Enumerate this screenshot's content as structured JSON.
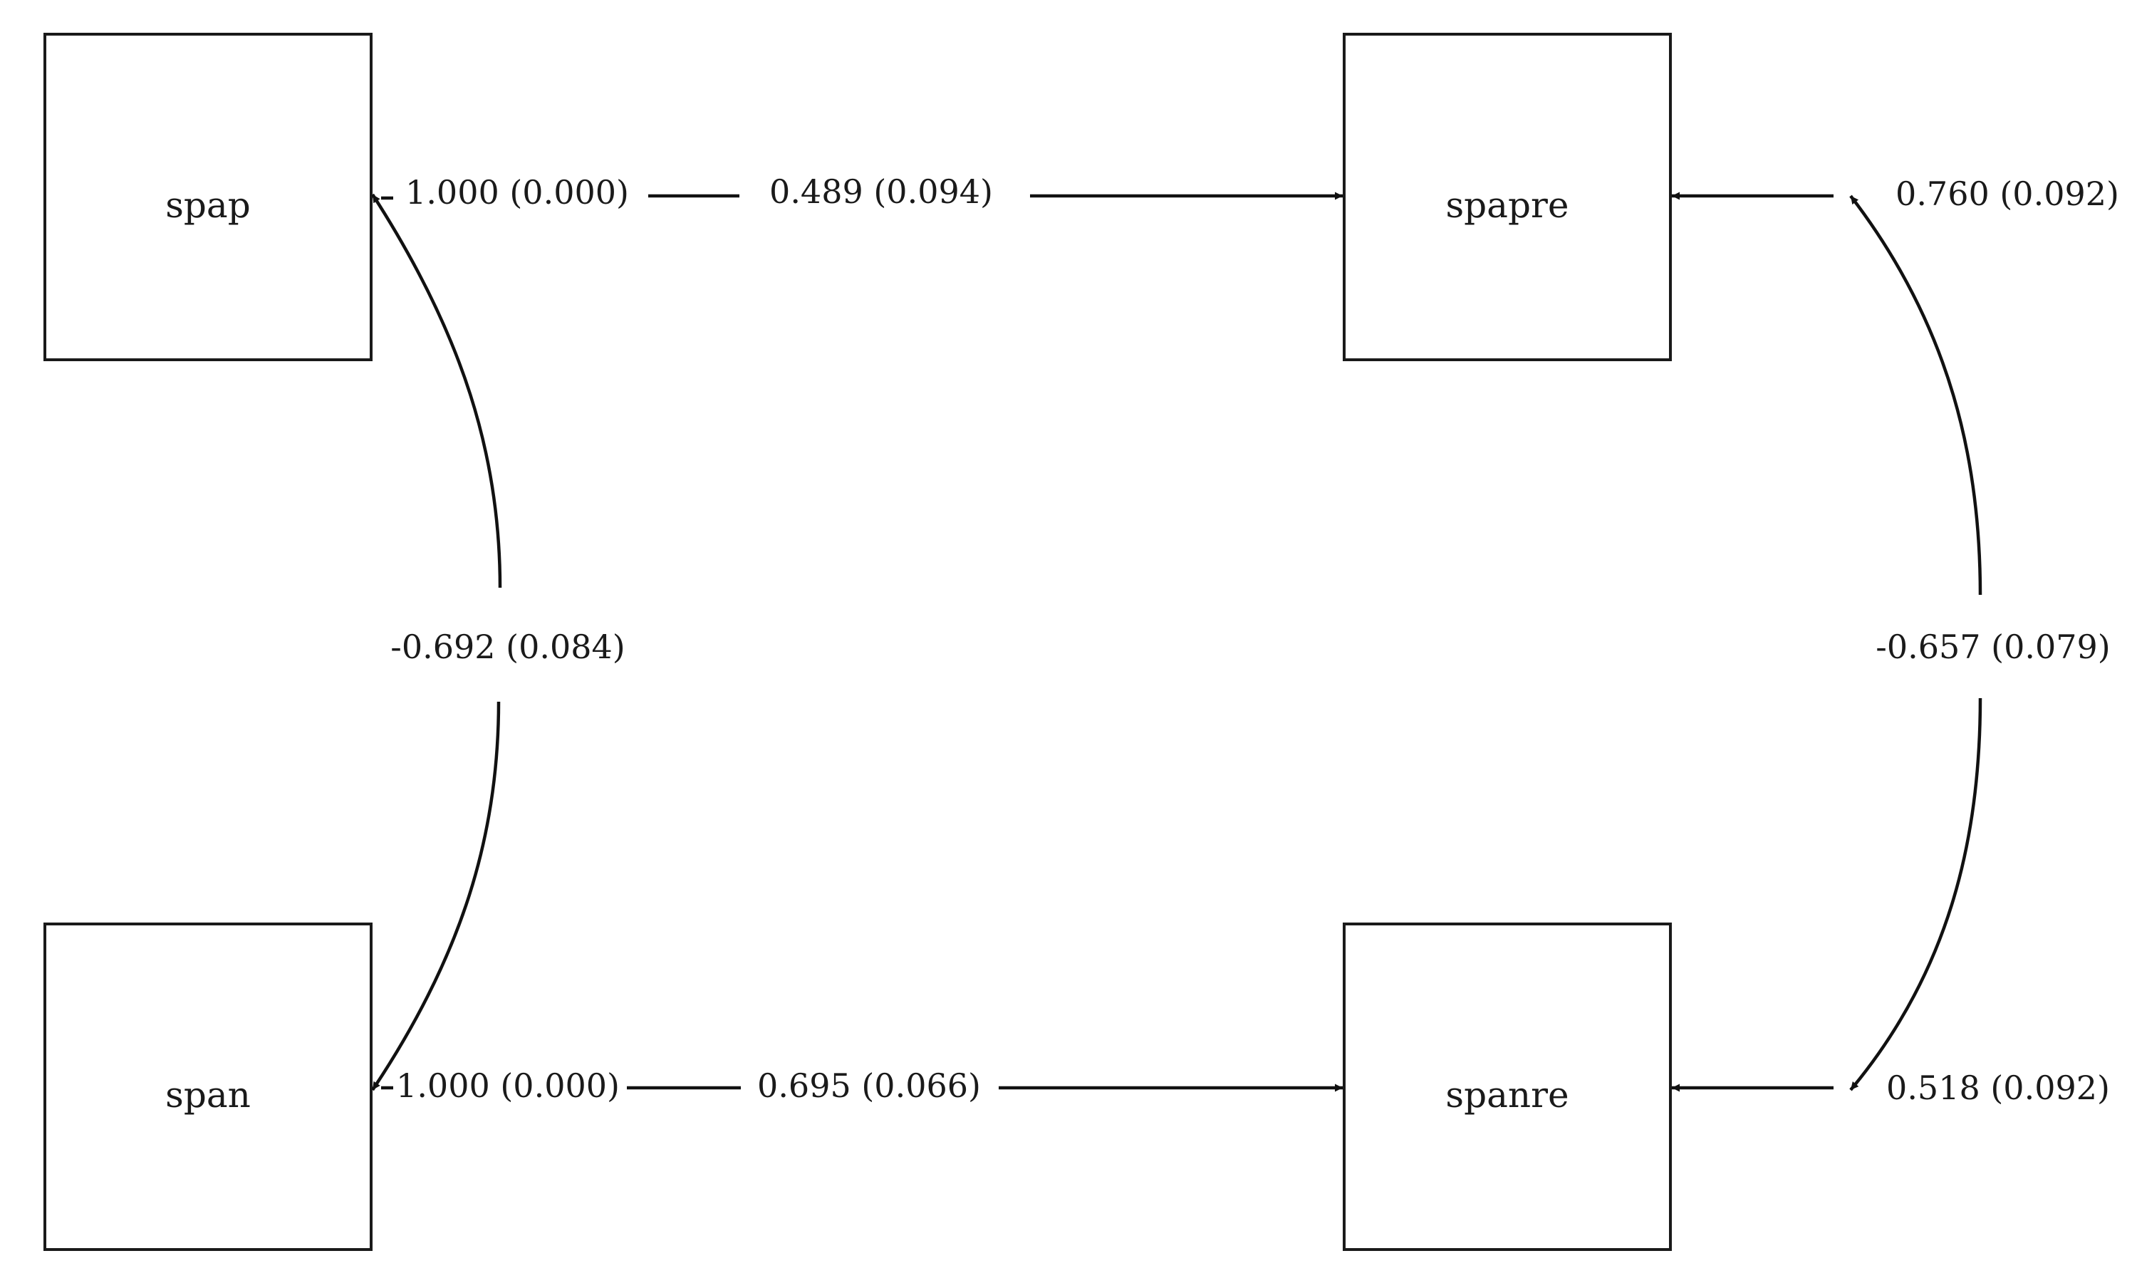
{
  "nodes": {
    "spap": "spap",
    "spapre": "spapre",
    "span": "span",
    "spanre": "spanre"
  },
  "edges": {
    "spap_self": "1.000 (0.000)",
    "spap_to_spapre": "0.489 (0.094)",
    "spapre_resid": "0.760 (0.092)",
    "spap_span_cov": "-0.692 (0.084)",
    "spapre_spanre_cov": "-0.657 (0.079)",
    "span_self": "1.000 (0.000)",
    "span_to_spanre": "0.695 (0.066)",
    "spanre_resid": "0.518 (0.092)"
  }
}
